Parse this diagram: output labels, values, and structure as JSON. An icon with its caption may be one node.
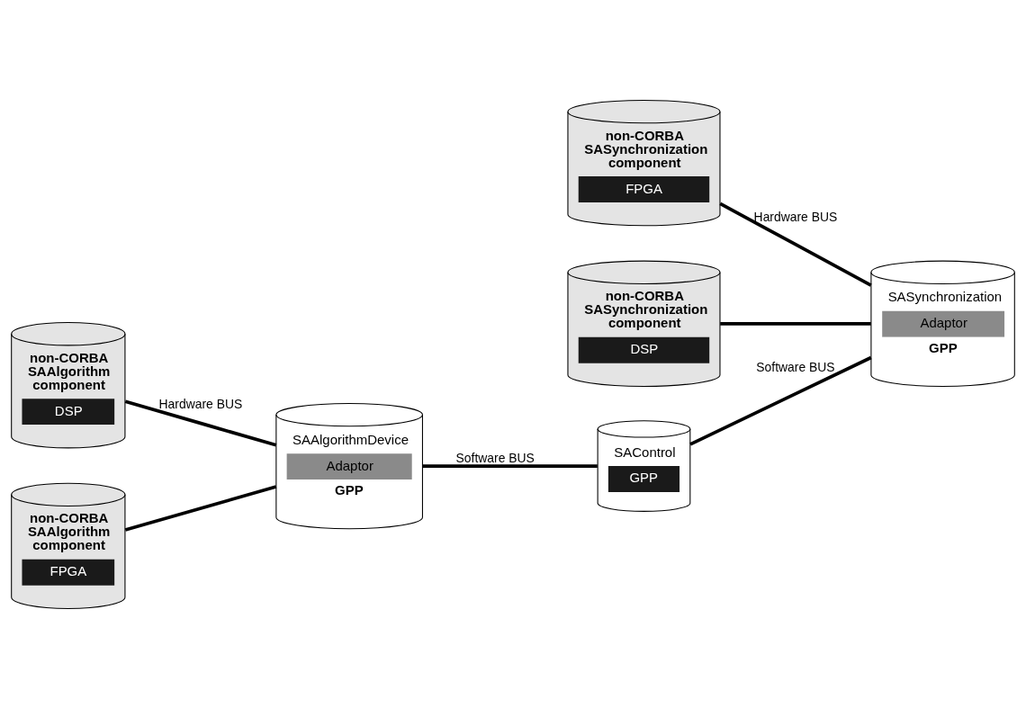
{
  "diagram": {
    "nodes": [
      {
        "text": [
          "non-CORBA SASynchronization component",
          "FPGA"
        ]
      },
      {
        "text": [
          "non-CORBA SASynchronization component",
          "DSP"
        ]
      },
      {
        "text": [
          "non-CORBA SAAlgorithm component",
          "DSP"
        ]
      },
      {
        "text": [
          "SASynchronization",
          "Adaptor",
          "GPP"
        ]
      },
      {
        "text": [
          "SAAlgorithmDevice",
          "Adaptor",
          "GPP"
        ]
      },
      {
        "text": [
          "non-CORBA SAAlgorithm component",
          "FPGA"
        ]
      },
      {
        "text": [
          "SAControl",
          "GPP"
        ]
      }
    ],
    "edges": [
      {
        "from": 2,
        "to": 4,
        "arrow": "none",
        "label": "Hardware BUS"
      },
      {
        "from": 5,
        "to": 4,
        "arrow": "none"
      },
      {
        "from": 0,
        "to": 3,
        "arrow": "none",
        "label": "Hardware BUS"
      },
      {
        "from": 1,
        "to": 3,
        "arrow": "none"
      },
      {
        "from": 4,
        "to": 6,
        "arrow": "none",
        "label": "Software BUS"
      },
      {
        "from": 6,
        "to": 3,
        "arrow": "none",
        "label": "Software BUS"
      }
    ]
  }
}
